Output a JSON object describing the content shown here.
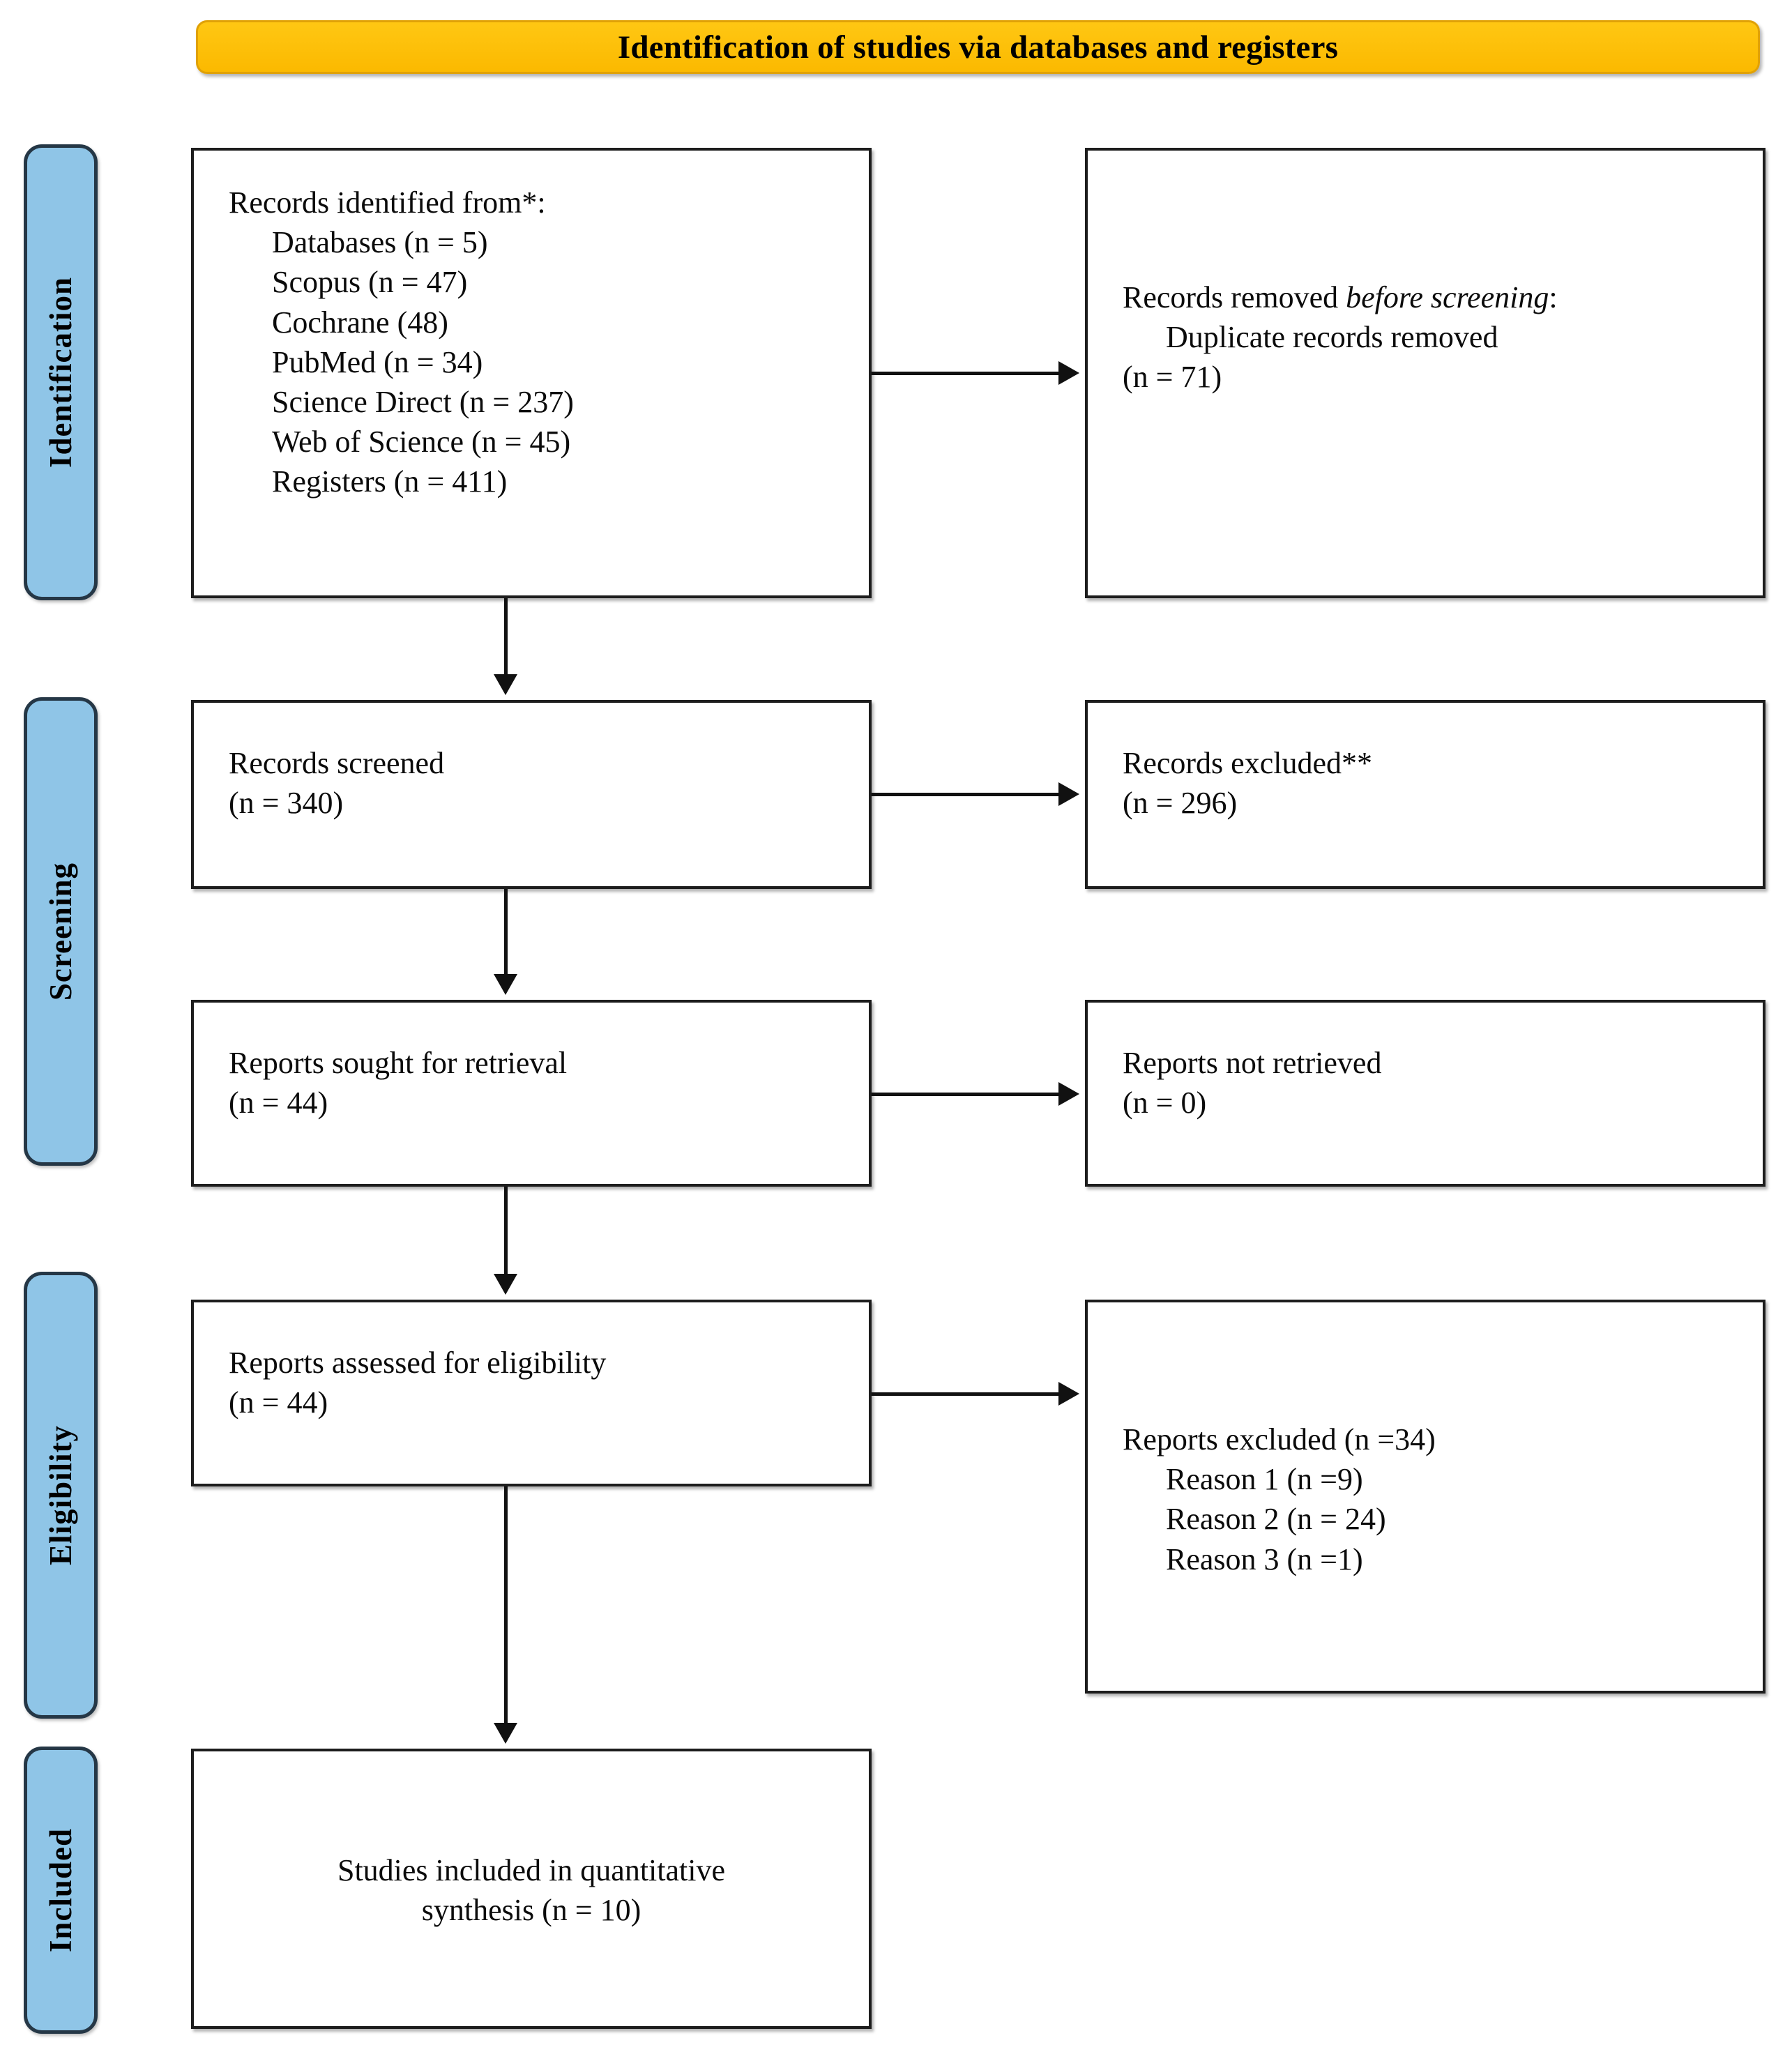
{
  "banner": {
    "title": "Identification of studies via databases and registers",
    "fill_color": "#FFC20E",
    "border_color": "#E0A106"
  },
  "phases": {
    "identification": "Identification",
    "screening": "Screening",
    "eligibility": "Eligibility",
    "included": "Included",
    "fill_color": "#8FC5E7",
    "border_color": "#253746"
  },
  "boxes": {
    "records_identified": {
      "heading": "Records identified from*:",
      "items": [
        "Databases (n = 5)",
        "Scopus (n = 47)",
        "Cochrane (48)",
        "PubMed (n = 34)",
        "Science Direct (n = 237)",
        "Web of Science (n = 45)",
        "Registers (n = 411)"
      ]
    },
    "records_removed": {
      "heading_before": "Records removed ",
      "heading_italic": "before screening",
      "heading_after": ":",
      "items": [
        "Duplicate records removed"
      ],
      "count": "(n = 71)"
    },
    "records_screened": {
      "line1": "Records screened",
      "line2": "(n = 340)"
    },
    "records_excluded": {
      "line1": "Records excluded**",
      "line2": "(n = 296)"
    },
    "reports_sought": {
      "line1": "Reports sought for retrieval",
      "line2": "(n = 44)"
    },
    "reports_not_retrieved": {
      "line1": "Reports not retrieved",
      "line2": "(n = 0)"
    },
    "reports_assessed": {
      "line1": "Reports assessed for eligibility",
      "line2": "(n = 44)"
    },
    "reports_excluded": {
      "heading": "Reports excluded (n =34)",
      "items": [
        "Reason 1 (n =9)",
        "Reason 2 (n = 24)",
        "Reason 3 (n =1)"
      ]
    },
    "studies_included": {
      "line1": "Studies included in quantitative",
      "line2": "synthesis (n = 10)"
    }
  }
}
